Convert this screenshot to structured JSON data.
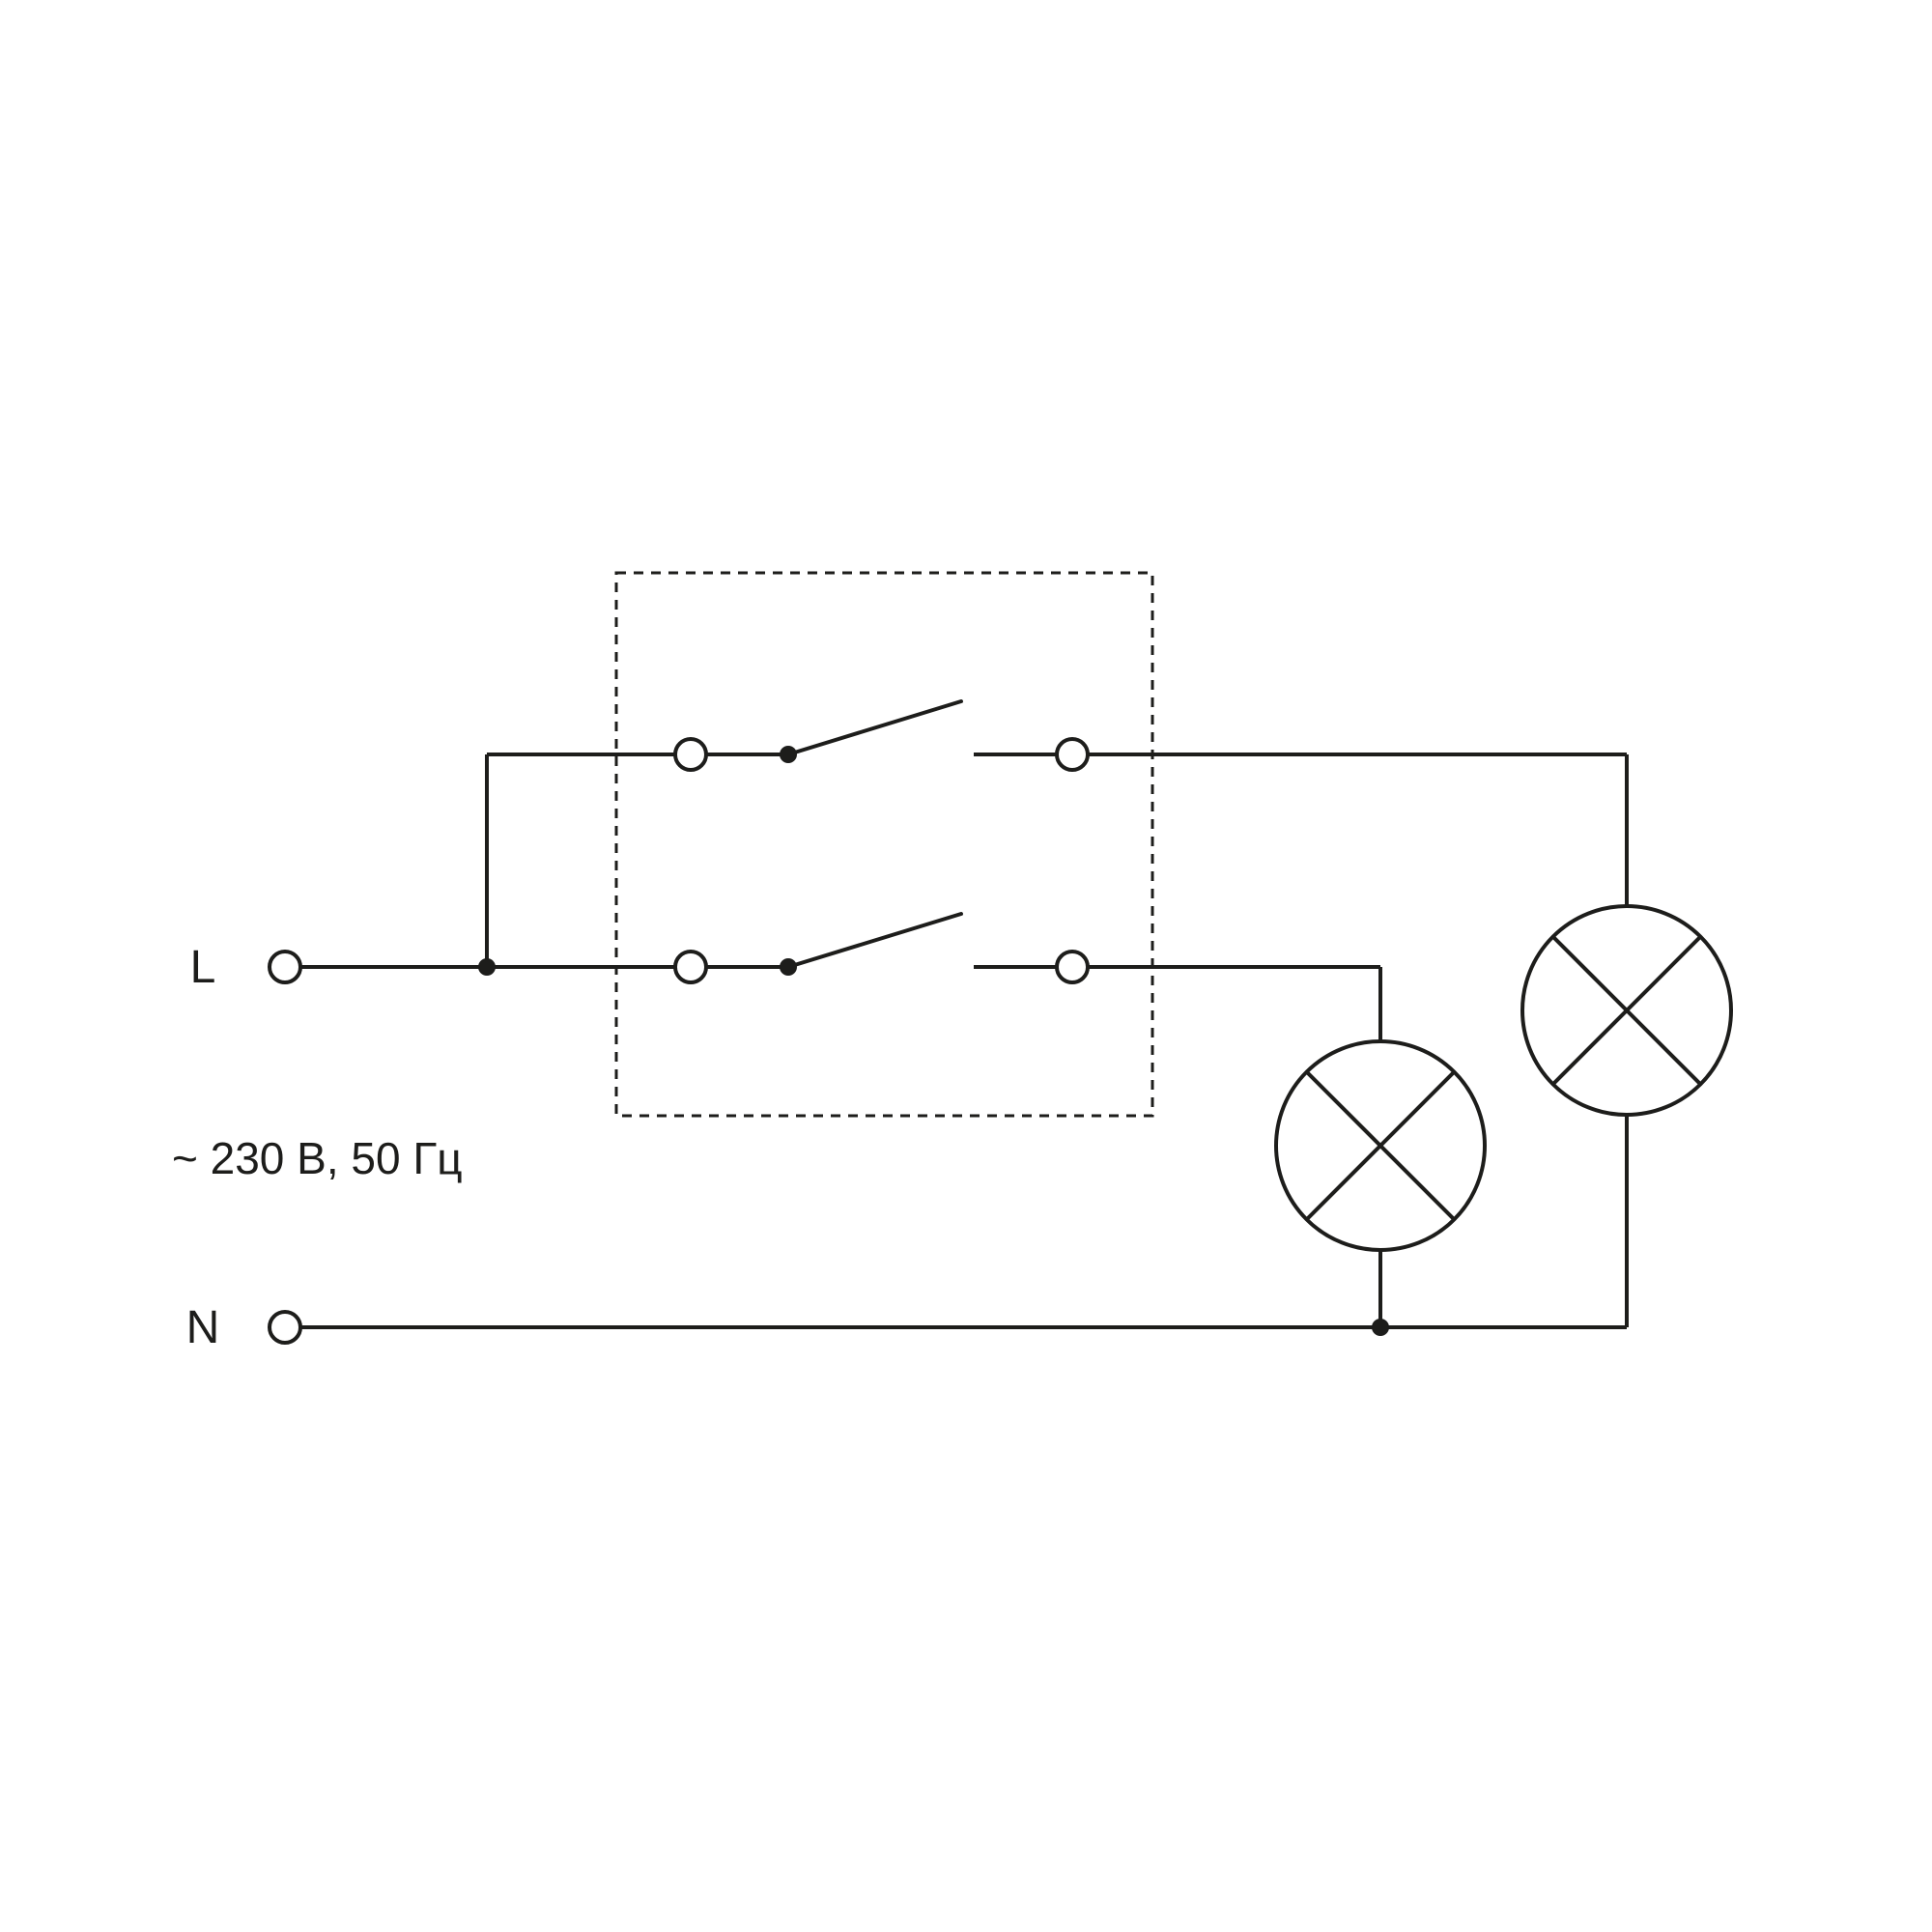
{
  "diagram": {
    "title": "two-gang-switch-wiring-diagram",
    "labels": {
      "line_terminal": "L",
      "neutral_terminal": "N",
      "power_rating": "~ 230 В, 50 Гц"
    },
    "colors": {
      "stroke": "#1d1d1b",
      "background": "#ffffff"
    },
    "components": {
      "switch_unit": "two-gang switch (dashed enclosure)",
      "lamp_count": 2
    }
  }
}
